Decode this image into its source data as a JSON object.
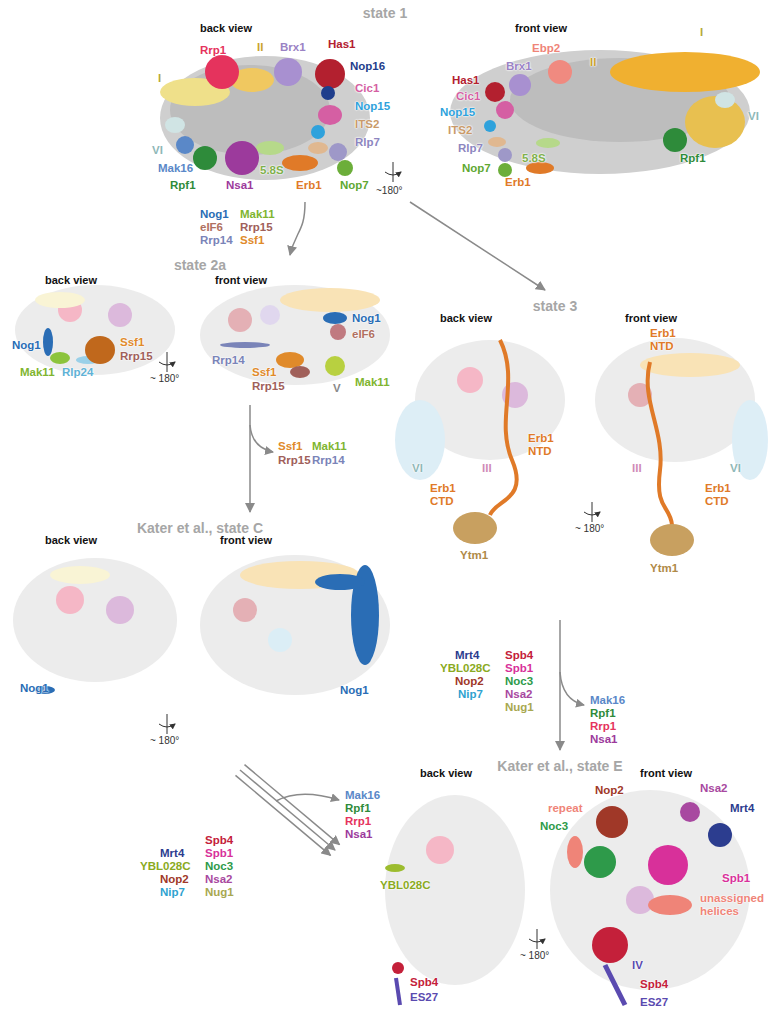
{
  "diagram": {
    "nodes": [
      {
        "text": [
          "state 1"
        ]
      },
      {
        "text": [
          "state 2a"
        ]
      },
      {
        "text": [
          "state 3"
        ]
      },
      {
        "text": [
          "Kater et al., state C"
        ]
      },
      {
        "text": [
          "Kater et al., state E"
        ]
      }
    ],
    "edges": [
      {
        "from": 0,
        "to": 1,
        "arrow": "to"
      },
      {
        "from": 0,
        "to": 2,
        "arrow": "to"
      },
      {
        "from": 1,
        "to": 3,
        "arrow": "to"
      },
      {
        "from": 2,
        "to": 4,
        "arrow": "to"
      },
      {
        "from": 3,
        "to": 4,
        "arrow": "to"
      }
    ],
    "labels": [
      "back view",
      "front view",
      "Rrp1",
      "II",
      "Brx1",
      "Has1",
      "Nop16",
      "I",
      "Cic1",
      "Nop15",
      "ITS2",
      "Rlp7",
      "VI",
      "Mak16",
      "Rpf1",
      "Nsa1",
      "5.8S",
      "Erb1",
      "Nop7",
      "~180°",
      "Ebp2",
      "II",
      "I",
      "Brx1",
      "Has1",
      "Cic1",
      "Nop15",
      "VI",
      "ITS2",
      "Rlp7",
      "5.8S",
      "Rpf1",
      "Nop7",
      "Erb1",
      "Nog1",
      "Mak11",
      "eIF6",
      "Rrp15",
      "Rrp14",
      "Ssf1",
      "back view",
      "front view",
      "Nog1",
      "Mak11",
      "Rlp24",
      "Ssf1",
      "Rrp15",
      "~ 180°",
      "Nog1",
      "eIF6",
      "Rrp14",
      "Ssf1",
      "Rrp15",
      "Mak11",
      "V",
      "Ssf1",
      "Mak11",
      "Rrp15",
      "Rrp14",
      "back view",
      "front view",
      "Nog1",
      "~ 180°",
      "Nog1",
      "back view",
      "front view",
      "Erb1 NTD",
      "Erb1 NTD",
      "VI",
      "III",
      "Erb1 CTD",
      "Ytm1",
      "~ 180°",
      "III",
      "VI",
      "Erb1 CTD",
      "Ytm1",
      "Mrt4",
      "Spb4",
      "YBL028C",
      "Spb1",
      "Nop2",
      "Noc3",
      "Nip7",
      "Nsa2",
      "Nug1",
      "Mak16",
      "Rpf1",
      "Rrp1",
      "Nsa1",
      "Spb4",
      "Mrt4",
      "Spb1",
      "YBL028C",
      "Noc3",
      "Nop2",
      "Nsa2",
      "Nip7",
      "Nug1",
      "Mak16",
      "Rpf1",
      "Rrp1",
      "Nsa1",
      "back view",
      "front view",
      "YBL028C",
      "Spb4",
      "ES27",
      "Nop2",
      "Nsa2",
      "repeat",
      "Mrt4",
      "Noc3",
      "Spb1",
      "unassigned helices",
      "IV",
      "Spb4",
      "ES27",
      "~ 180°"
    ]
  }
}
